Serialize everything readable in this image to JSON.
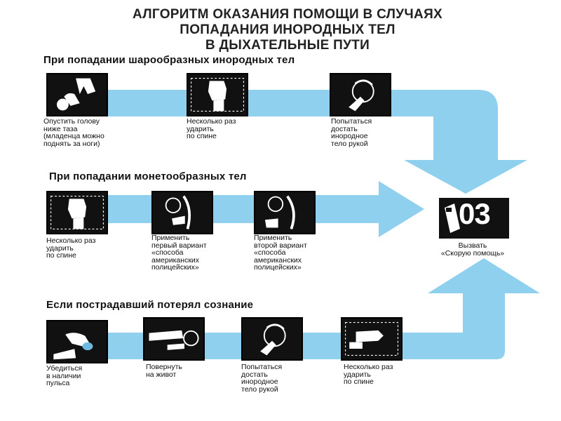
{
  "title": {
    "line1": "АЛГОРИТМ ОКАЗАНИЯ ПОМОЩИ В СЛУЧАЯХ",
    "line2": "ПОПАДАНИЯ ИНОРОДНЫХ ТЕЛ",
    "line3": "В ДЫХАТЕЛЬНЫЕ ПУТИ"
  },
  "colors": {
    "arrow": "#8fd0ee",
    "tile": "#111111"
  },
  "sections": [
    {
      "heading": "При попадании шарообразных инородных тел",
      "steps": [
        {
          "icon": "head-down-icon",
          "caption": "Опустить голову\nниже таза\n(младенца можно\nподнять за ноги)"
        },
        {
          "icon": "hand-back-blow-icon",
          "caption": "Несколько раз\nударить\nпо спине"
        },
        {
          "icon": "finger-mouth-icon",
          "caption": "Попытаться\nдостать\nинородное\nтело  рукой"
        }
      ]
    },
    {
      "heading": "При попадании монетообразных тел",
      "steps": [
        {
          "icon": "hand-back-blow-icon",
          "caption": "Несколько раз\nударить\nпо спине"
        },
        {
          "icon": "heimlich-first-icon",
          "caption": "Применить\nпервый вариант\n«способа\nамериканских\nполицейских»"
        },
        {
          "icon": "heimlich-second-icon",
          "caption": "Применить\nвторой вариант\n«способа\nамериканских\nполицейских»"
        }
      ]
    },
    {
      "heading": "Если пострадавший потерял сознание",
      "steps": [
        {
          "icon": "pulse-check-icon",
          "caption": "Убедиться\nв наличии\nпульса"
        },
        {
          "icon": "turn-prone-icon",
          "caption": "Повернуть\nна живот"
        },
        {
          "icon": "finger-mouth-icon",
          "caption": "Попытаться\nдостать\nинородное\nтело  рукой"
        },
        {
          "icon": "hand-back-blow-icon",
          "caption": "Несколько раз\nударить\nпо спине"
        }
      ]
    }
  ],
  "final": {
    "icon": "phone-icon",
    "number": "03",
    "caption": "Вызвать\n«Скорую помощь»"
  }
}
